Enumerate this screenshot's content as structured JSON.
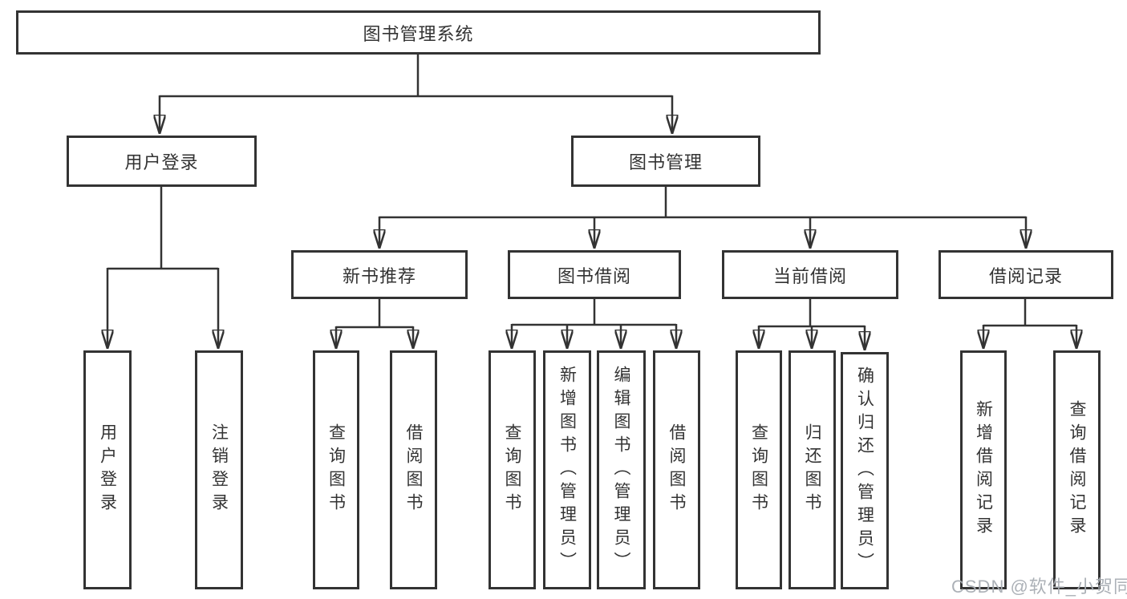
{
  "tree": {
    "root": "图书管理系统",
    "children": [
      {
        "label": "用户登录",
        "children": [
          {
            "label": "用户登录"
          },
          {
            "label": "注销登录"
          }
        ]
      },
      {
        "label": "图书管理",
        "children": [
          {
            "label": "新书推荐",
            "children": [
              {
                "label": "查询图书"
              },
              {
                "label": "借阅图书"
              }
            ]
          },
          {
            "label": "图书借阅",
            "children": [
              {
                "label": "查询图书"
              },
              {
                "label": "新增图书（管理员）"
              },
              {
                "label": "编辑图书（管理员）"
              },
              {
                "label": "借阅图书"
              }
            ]
          },
          {
            "label": "当前借阅",
            "children": [
              {
                "label": "查询图书"
              },
              {
                "label": "归还图书"
              },
              {
                "label": "确认归还（管理员）"
              }
            ]
          },
          {
            "label": "借阅记录",
            "children": [
              {
                "label": "新增借阅记录"
              },
              {
                "label": "查询借阅记录"
              }
            ]
          }
        ]
      }
    ]
  },
  "watermark": "CSDN @软件_小贺同学",
  "colors": {
    "line": "#333333",
    "text": "#333333",
    "background": "#ffffff",
    "watermark": "#a8adb3"
  }
}
